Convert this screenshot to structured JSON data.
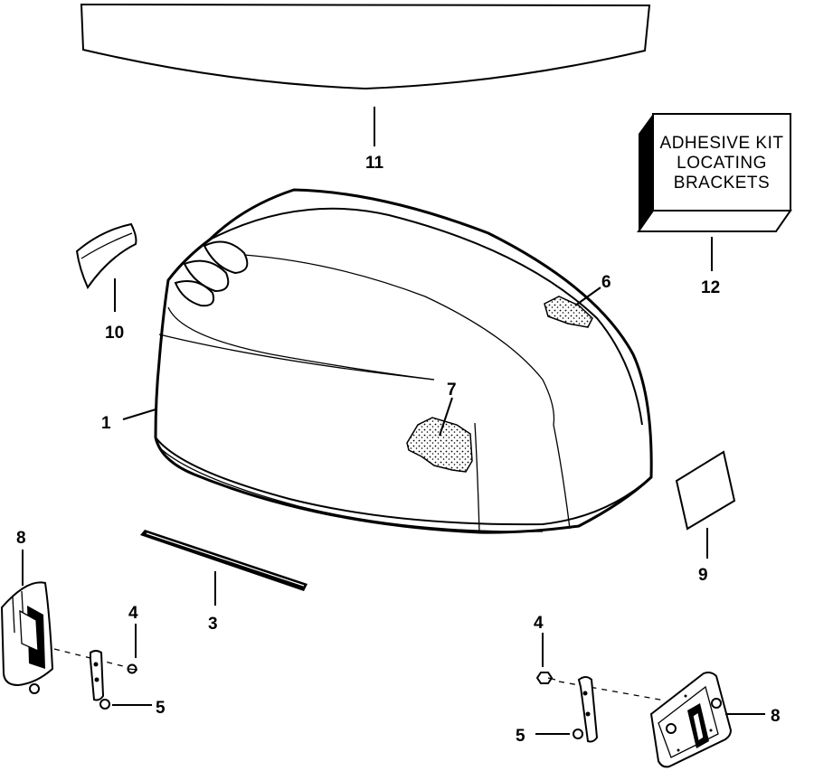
{
  "diagram": {
    "kit_box_lines": [
      "ADHESIVE KIT",
      "LOCATING",
      "BRACKETS"
    ],
    "callouts": {
      "c1": "1",
      "c3": "3",
      "c4a": "4",
      "c4b": "4",
      "c5a": "5",
      "c5b": "5",
      "c6": "6",
      "c7": "7",
      "c8a": "8",
      "c8b": "8",
      "c9": "9",
      "c10": "10",
      "c11": "11",
      "c12": "12"
    }
  }
}
